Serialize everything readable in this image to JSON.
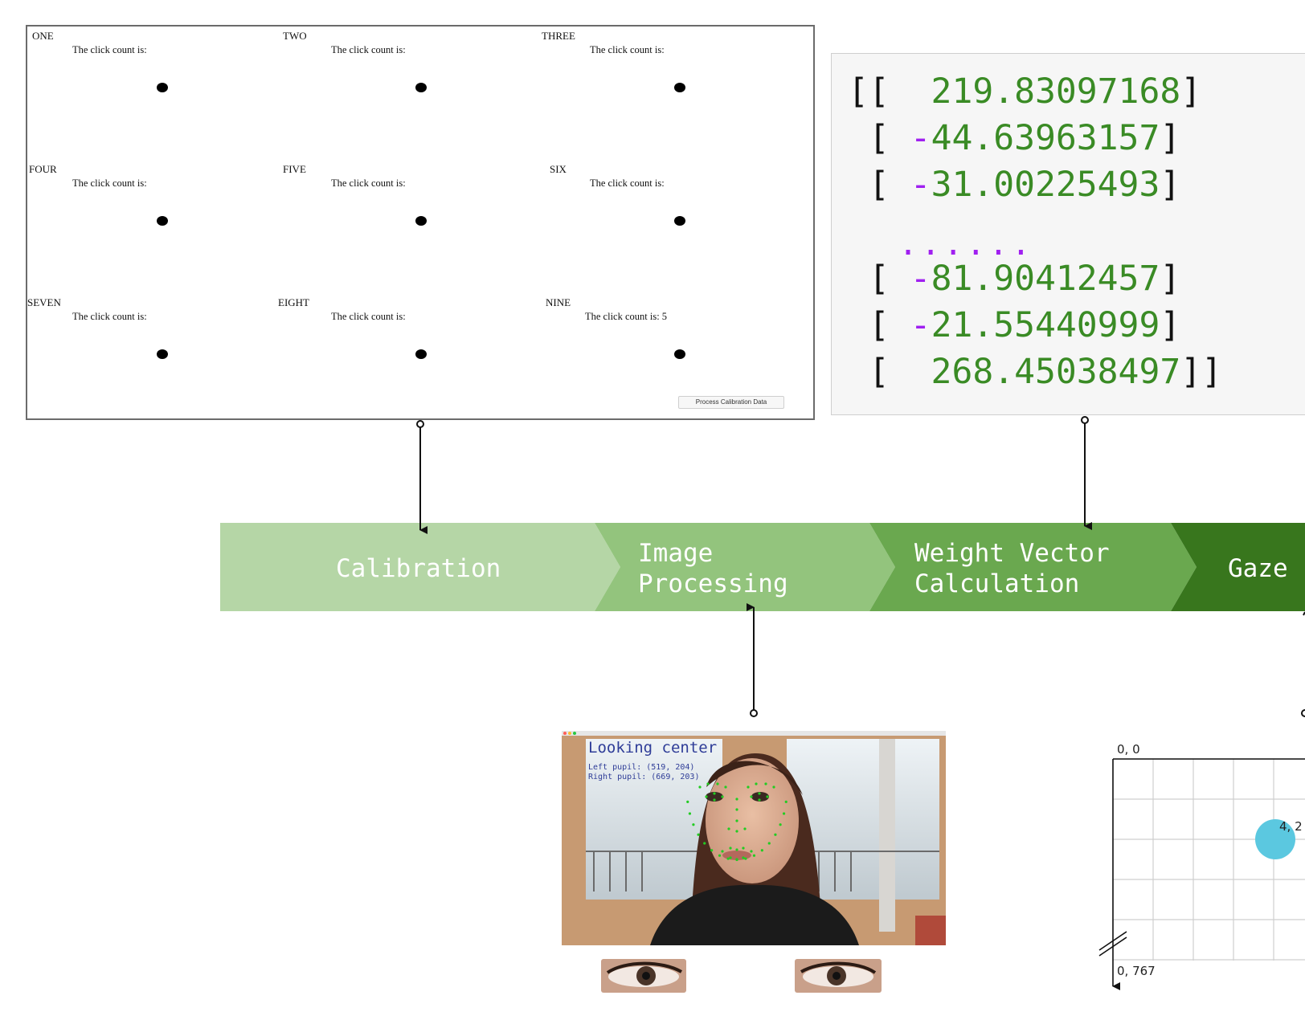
{
  "calibration_panel": {
    "cells": [
      {
        "name": "ONE",
        "text": "The click count is:"
      },
      {
        "name": "TWO",
        "text": "The click count is:"
      },
      {
        "name": "THREE",
        "text": "The click count is:"
      },
      {
        "name": "FOUR",
        "text": "The click count is:"
      },
      {
        "name": "FIVE",
        "text": "The click count is:"
      },
      {
        "name": "SIX",
        "text": "The click count is:"
      },
      {
        "name": "SEVEN",
        "text": "The click count is:"
      },
      {
        "name": "EIGHT",
        "text": "The click count is:"
      },
      {
        "name": "NINE",
        "text": "The click count is: 5"
      }
    ],
    "process_button": "Process Calibration Data"
  },
  "weight_matrix": {
    "rows": [
      {
        "open": "[[ ",
        "value": "219.83097168",
        "close": "]"
      },
      {
        "open": " [ ",
        "value": "-44.63963157",
        "close": "]"
      },
      {
        "open": " [ ",
        "value": "-31.00225493",
        "close": "]"
      },
      {
        "open": " [ ",
        "value": "-81.90412457",
        "close": "]"
      },
      {
        "open": " [ ",
        "value": "-21.55440999",
        "close": "]"
      },
      {
        "open": " [ ",
        "value": "268.45038497",
        "close": "]]"
      }
    ],
    "ellipsis": "......",
    "value_color": "#3a8b25",
    "negative_color": "#a020f0"
  },
  "pipeline": {
    "stages": [
      {
        "label": "Calibration",
        "color": "#b5d6a6"
      },
      {
        "label": "Image\nProcessing",
        "color": "#93c47d"
      },
      {
        "label": "Weight Vector\nCalculation",
        "color": "#6aa84f"
      },
      {
        "label": "Gaze",
        "color": "#38761d"
      }
    ]
  },
  "webcam": {
    "overlay_title": "Looking center",
    "left_pupil": "Left pupil:  (519, 204)",
    "right_pupil": "Right pupil: (669, 203)"
  },
  "gaze_grid": {
    "origin_label": "0, 0",
    "bottom_label": "0, 767",
    "point_label": "4, 2",
    "point_color": "#5bc8e0"
  }
}
